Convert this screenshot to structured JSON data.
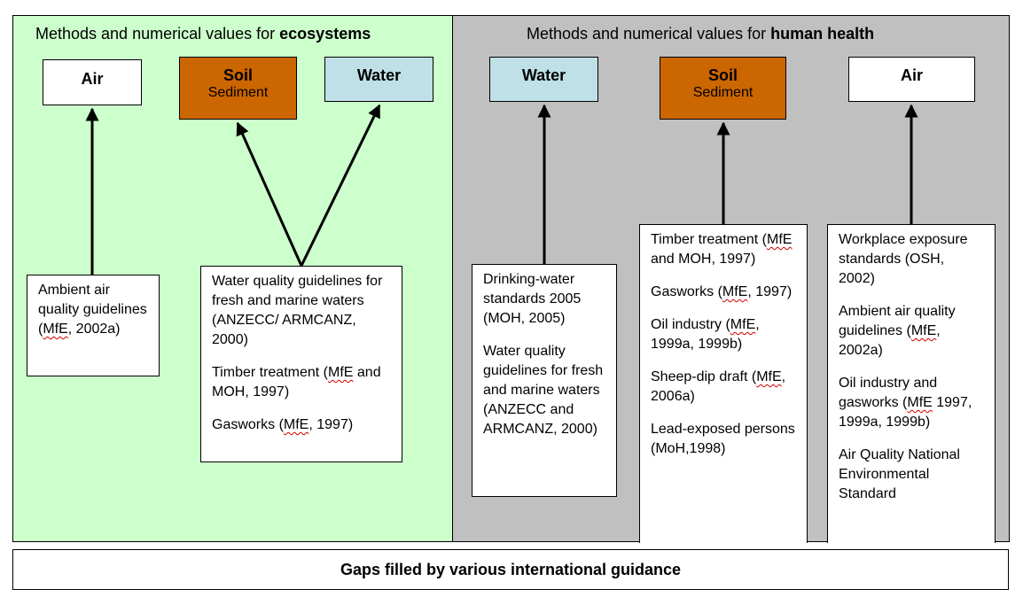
{
  "colors": {
    "eco_panel": "#ccffcc",
    "health_panel": "#c0c0c0",
    "soil_box": "#cc6600",
    "water_box": "#bfe0e6",
    "air_box": "#ffffff"
  },
  "eco": {
    "heading_prefix": "Methods and numerical values for ",
    "heading_bold": "ecosystems",
    "targets": {
      "air": {
        "title": "Air"
      },
      "soil": {
        "title": "Soil",
        "subtitle": "Sediment"
      },
      "water": {
        "title": "Water"
      }
    },
    "air_source": [
      {
        "pre": "Ambient air quality guidelines (",
        "mfe": "MfE",
        "post": ", 2002a)"
      }
    ],
    "water_soil_source": [
      {
        "pre": "Water quality guidelines for fresh and marine waters (ANZECC/ ARMCANZ, 2000)",
        "mfe": "",
        "post": ""
      },
      {
        "pre": "Timber treatment (",
        "mfe": "MfE",
        "post": " and MOH, 1997)"
      },
      {
        "pre": "Gasworks (",
        "mfe": "MfE",
        "post": ", 1997)"
      }
    ]
  },
  "health": {
    "heading_prefix": "Methods and numerical values for ",
    "heading_bold": "human health",
    "targets": {
      "water": {
        "title": "Water"
      },
      "soil": {
        "title": "Soil",
        "subtitle": "Sediment"
      },
      "air": {
        "title": "Air"
      }
    },
    "water_source": [
      {
        "pre": "Drinking-water standards 2005 (MOH, 2005)",
        "mfe": "",
        "post": ""
      },
      {
        "pre": "Water quality guidelines for fresh and marine waters (ANZECC and ARMCANZ, 2000)",
        "mfe": "",
        "post": ""
      }
    ],
    "soil_source": [
      {
        "pre": "Timber treatment (",
        "mfe": "MfE",
        "post": " and MOH, 1997)"
      },
      {
        "pre": "Gasworks (",
        "mfe": "MfE",
        "post": ", 1997)"
      },
      {
        "pre": "Oil industry (",
        "mfe": "MfE",
        "post": ", 1999a, 1999b)"
      },
      {
        "pre": "Sheep-dip draft (",
        "mfe": "MfE",
        "post": ", 2006a)"
      },
      {
        "pre": "Lead-exposed persons (MoH,1998)",
        "mfe": "",
        "post": ""
      }
    ],
    "air_source": [
      {
        "pre": "Workplace exposure standards (OSH, 2002)",
        "mfe": "",
        "post": ""
      },
      {
        "pre": "Ambient air quality guidelines (",
        "mfe": "MfE",
        "post": ", 2002a)"
      },
      {
        "pre": "Oil industry and gasworks (",
        "mfe": "MfE",
        "post": " 1997, 1999a, 1999b)"
      },
      {
        "pre": "Air Quality National Environmental Standard",
        "mfe": "",
        "post": ""
      }
    ]
  },
  "footer": {
    "text": "Gaps filled by various international guidance"
  }
}
